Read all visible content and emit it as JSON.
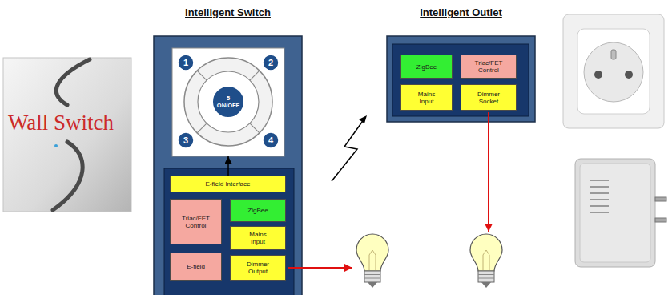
{
  "diagram": {
    "nodes": [
      {
        "text": [
          "Intelligent Switch"
        ]
      },
      {
        "text": [
          "1",
          "2",
          "5 ON/OFF",
          "3",
          "4"
        ],
        "in": 0
      },
      {
        "text": [
          "E-field Interface"
        ],
        "in": 0
      },
      {
        "text": [
          "Triac/FET Control"
        ],
        "in": 0
      },
      {
        "text": [
          "ZigBee"
        ],
        "in": 0
      },
      {
        "text": [
          "Mains Input"
        ],
        "in": 0
      },
      {
        "text": [
          "E-field"
        ],
        "in": 0
      },
      {
        "text": [
          "Dimmer Output"
        ],
        "in": 0
      },
      {
        "text": [
          "Intelligent Outlet"
        ]
      },
      {
        "text": [
          "ZigBee"
        ],
        "in": 8
      },
      {
        "text": [
          "Triac/FET Control"
        ],
        "in": 8
      },
      {
        "text": [
          "Mains Input"
        ],
        "in": 8
      },
      {
        "text": [
          "Dimmer Socket"
        ],
        "in": 8
      }
    ],
    "edges": [
      {
        "from": 2,
        "to": 1,
        "arrow": "to"
      }
    ],
    "labels": [
      "Wall Switch"
    ]
  }
}
